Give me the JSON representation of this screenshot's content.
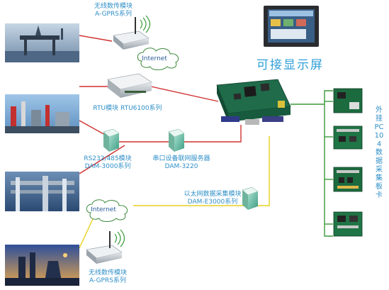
{
  "labels": {
    "gprs_top_line1": "无线数传模块",
    "gprs_top_line2": "A-GPRS系列",
    "internet_top": "Internet",
    "rtu": "RTU模块  RTU6100系列",
    "rs485_line1": "RS232/485模块",
    "rs485_line2": "DAM-3000系列",
    "serial_line1": "串口设备联网服务器",
    "serial_line2": "DAM-3220",
    "display": "可接显示屏",
    "ethernet_line1": "以太网数据采集模块",
    "ethernet_line2": "DAM-E3000系列",
    "internet_bottom": "Internet",
    "gprs_bottom_line1": "无线数传模块",
    "gprs_bottom_line2": "A-GPRS系列",
    "pc104_vertical": "外挂PC104数据采集板卡"
  },
  "colors": {
    "label": "#2f8fc8",
    "link_red": "#d03030",
    "link_yellow": "#e8d020",
    "link_green": "#3a9a3a"
  }
}
